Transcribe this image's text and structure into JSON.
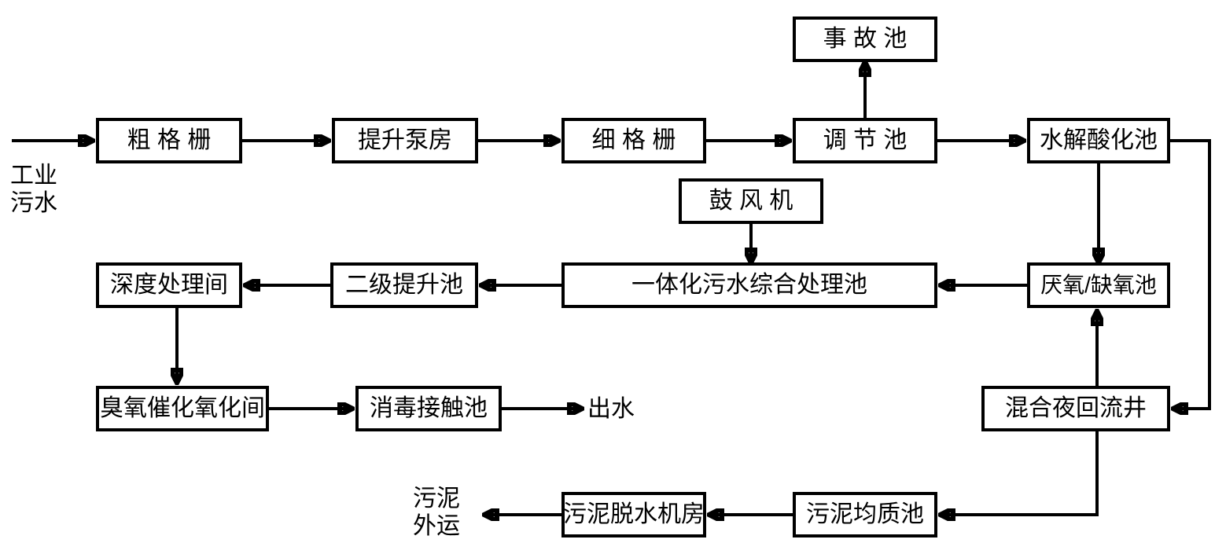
{
  "diagram": {
    "background_color": "#ffffff",
    "line_color": "#000000",
    "text_color": "#000000"
  },
  "terminals": {
    "influent": "工业\n污水",
    "effluent": "出水",
    "sludge_out": "污泥\n外运"
  },
  "nodes": {
    "coarse_screen": {
      "label": "粗 格 栅"
    },
    "lift_pump_house": {
      "label": "提升泵房"
    },
    "fine_screen": {
      "label": "细 格 栅"
    },
    "regulating_tank": {
      "label": "调 节 池"
    },
    "hydrolysis_acidification_tank": {
      "label": "水解酸化池"
    },
    "accident_tank": {
      "label": "事 故 池"
    },
    "blower": {
      "label": "鼓 风 机"
    },
    "integrated_treatment_tank": {
      "label": "一体化污水综合处理池"
    },
    "secondary_lift_tank": {
      "label": "二级提升池"
    },
    "advanced_treatment_room": {
      "label": "深度处理间"
    },
    "anaerobic_anoxic_tank": {
      "label": "厌氧/缺氧池"
    },
    "ozone_catalytic_oxidation_room": {
      "label": "臭氧催化氧化间"
    },
    "disinfection_contact_tank": {
      "label": "消毒接触池"
    },
    "mixed_liquor_return_well": {
      "label": "混合夜回流井"
    },
    "sludge_equalization_tank": {
      "label": "污泥均质池"
    },
    "sludge_dewatering_room": {
      "label": "污泥脱水机房"
    }
  },
  "edges": [
    {
      "from": "influent",
      "to": "coarse_screen"
    },
    {
      "from": "coarse_screen",
      "to": "lift_pump_house"
    },
    {
      "from": "lift_pump_house",
      "to": "fine_screen"
    },
    {
      "from": "fine_screen",
      "to": "regulating_tank"
    },
    {
      "from": "regulating_tank",
      "to": "accident_tank"
    },
    {
      "from": "regulating_tank",
      "to": "hydrolysis_acidification_tank"
    },
    {
      "from": "hydrolysis_acidification_tank",
      "to": "anaerobic_anoxic_tank"
    },
    {
      "from": "hydrolysis_acidification_tank",
      "to": "mixed_liquor_return_well"
    },
    {
      "from": "blower",
      "to": "integrated_treatment_tank"
    },
    {
      "from": "anaerobic_anoxic_tank",
      "to": "integrated_treatment_tank"
    },
    {
      "from": "integrated_treatment_tank",
      "to": "secondary_lift_tank"
    },
    {
      "from": "secondary_lift_tank",
      "to": "advanced_treatment_room"
    },
    {
      "from": "advanced_treatment_room",
      "to": "ozone_catalytic_oxidation_room"
    },
    {
      "from": "ozone_catalytic_oxidation_room",
      "to": "disinfection_contact_tank"
    },
    {
      "from": "disinfection_contact_tank",
      "to": "effluent"
    },
    {
      "from": "mixed_liquor_return_well",
      "to": "anaerobic_anoxic_tank"
    },
    {
      "from": "mixed_liquor_return_well",
      "to": "sludge_equalization_tank"
    },
    {
      "from": "sludge_equalization_tank",
      "to": "sludge_dewatering_room"
    },
    {
      "from": "sludge_dewatering_room",
      "to": "sludge_out"
    }
  ]
}
